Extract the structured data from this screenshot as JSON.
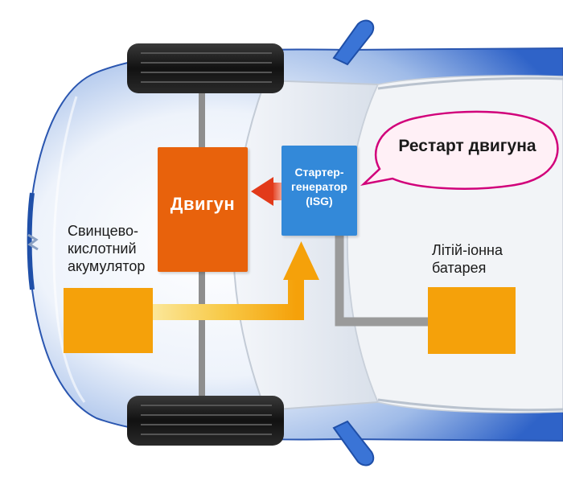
{
  "diagram": {
    "engine_label": "Двигун",
    "isg_label": "Стартер-\nгенератор\n(ISG)",
    "lead_battery_label": "Свинцево-\nкислотний\nакумулятор",
    "li_battery_label": "Літій-іонна\nбатарея",
    "bubble_text": "Рестарт двигуна"
  },
  "colors": {
    "engine": "#e8620c",
    "isg": "#3389d9",
    "battery": "#f5a10a",
    "arrow_red": "#e23a1a",
    "power_line_yellow": "#f7c84a",
    "grey_line": "#9a9a9a",
    "bubble_border": "#d1007a",
    "bubble_fill": "#fff0f6",
    "car_body": "#2f63c8"
  }
}
